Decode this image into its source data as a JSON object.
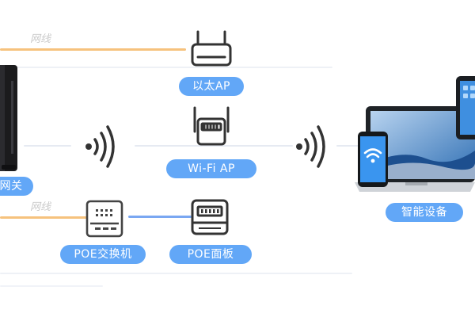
{
  "cable_labels": {
    "top": "网线",
    "bottom": "网线"
  },
  "labels": {
    "gateway": "网关",
    "ethernet_ap": "以太AP",
    "wifi_ap": "Wi-Fi AP",
    "poe_switch": "POE交换机",
    "poe_panel": "POE面板",
    "smart_devices": "智能设备"
  },
  "icons": {
    "router": "router-icon",
    "ethernet_ap": "ethernet-ap-icon",
    "wifi_ap": "wifi-ap-icon",
    "poe_switch": "poe-switch-icon",
    "poe_panel": "poe-panel-icon",
    "laptop": "laptop-icon",
    "tablet": "tablet-icon",
    "phone": "phone-icon",
    "signal": "wireless-signal-icon"
  },
  "colors": {
    "pill": "#62a7f7",
    "cable_orange": "#f6c27d",
    "cable_blue": "#7aa7f2",
    "cable_gray": "#e6eaf2"
  }
}
